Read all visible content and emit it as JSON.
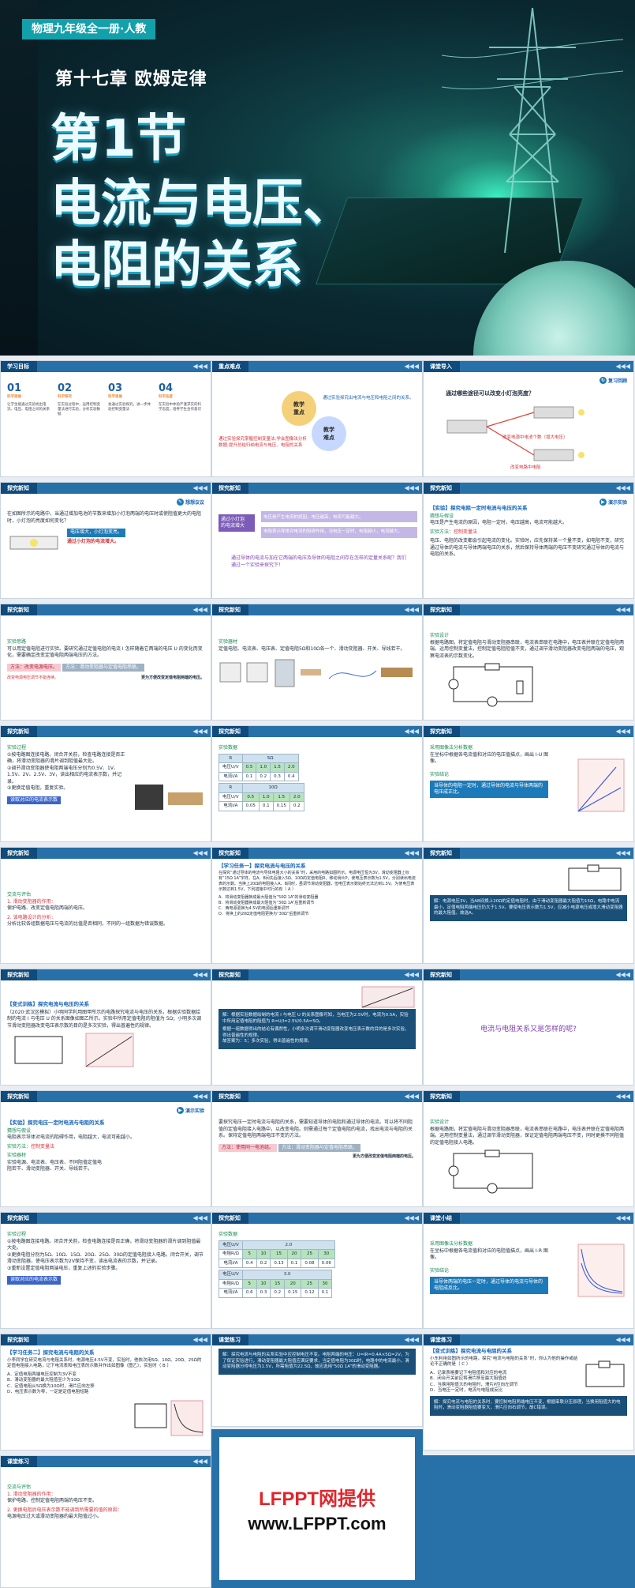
{
  "cover": {
    "tag": "物理九年级全一册·人教",
    "chapter": "第十七章  欧姆定律",
    "title_line1": "第1节",
    "title_line2": "电流与电压、",
    "title_line3": "电阻的关系"
  },
  "slides": {
    "goals": {
      "label": "学习目标",
      "items": [
        {
          "num": "01",
          "cat": "科学思维",
          "desc": "让学生能通过实验找出电流、电压、电阻之间的关系"
        },
        {
          "num": "02",
          "cat": "科学探究",
          "desc": "在实验过程中，运用控制变量法进行实验，分析实验数据"
        },
        {
          "num": "03",
          "cat": "科学思维",
          "desc": "会通过实验探究，进一步体验控制变量法"
        },
        {
          "num": "04",
          "cat": "科学态度",
          "desc": "在实验中体验严谨求实的科学态度，培养学生合作意识"
        }
      ]
    },
    "keypoints": {
      "label": "重点难点",
      "key": "教学\n重点",
      "hard": "教学\n难点",
      "key_text": "通过实验探究出电流与电压和电阻之间的关系。",
      "hard_text": "通过实验探究掌握控制变量法;学会图像法分析数据;提升总结归纳电流与电压、电阻的关系"
    },
    "intro": {
      "label": "课堂导入",
      "question": "通过哪些途径可以改变小灯泡亮度？",
      "review": "复习回顾",
      "a1": "改变电源中电池个数（增大电压）",
      "a2": "改变电路中电阻"
    },
    "explore1": {
      "label": "探究新知",
      "think": "想想议议",
      "text": "在如图所示的电路中，当通过增加电池的节数来增加小灯泡两端的电压时或使阻值更大的电阻时，小灯泡的亮度如何变化？",
      "a1": "电压增大，小灯泡变亮。",
      "a2": "通过小灯泡的电流增大。"
    },
    "explore2": {
      "label": "探究新知",
      "left1": "通过小灯泡",
      "left2": "的电流增大",
      "r1": "电压是产生电流的原因，电压越高，电流可能越大。",
      "r2": "电阻表示导体对电流的阻碍作用，当电压一定时，电阻越小，电流越大。",
      "q": "通过导体的电流与加在它两端的电压及导体的电阻之间存在怎样的定量关系呢？我们通过一个实验来探究下！"
    },
    "explore3": {
      "label": "探究新知",
      "head": "【实验】探究电阻一定时电流与电压的关系",
      "demo": "演示实验",
      "guess_h": "猜想与假设",
      "guess": "电压是产生电流的原因，电阻一定时，电压越高，电流可能越大。",
      "method_h": "实验方法：",
      "method": "控制变量法",
      "text": "电压、电阻的改变都会引起电流的变化。实验时，应先保持某一个量不变，如电阻不变，研究通过导体的电流与导体两端电压的关系，然后保持导体两端的电压不变研究通过导体的电流与电阻的关系。"
    },
    "explore4": {
      "label": "探究新知",
      "h": "实验思路",
      "text": "可以用定值电阻进行实验。要研究通过定值电阻的电流 I 怎样随着它两端的电压 U 的变化而变化，需要确定改变定值电阻两端电压的方法。",
      "m1": "方法：改变电源电压。",
      "m2": "方法：滑动变阻器与定值电阻串联。",
      "n1": "改变电源电压调节不能连续。",
      "n2": "更为方便改变定值电阻两端的电压。"
    },
    "explore5": {
      "label": "探究新知",
      "h": "实验器材",
      "text": "定值电阻、电流表、电压表、定值电阻5Ω和10Ω各一个、滑动变阻器、开关、导线若干。"
    },
    "explore6": {
      "label": "探究新知",
      "h": "实验设计",
      "text": "根据电路图，将定值电阻与滑动变阻器串联，电流表串联在电路中，电压表并联在定值电阻两端。运用控制变量法，控制定值电阻阻值不变，通过调节滑动变阻器改变电阻两端的电压，观察电流表的示数变化。"
    },
    "explore7": {
      "label": "探究新知",
      "h": "实验过程",
      "text": "①按电路图连接电路。闭合开关前，检查电路连接是否正确，将滑动变阻器的滑片调到阻值最大处。\n②调节滑动变阻器使电阻两端电压分别为0.5V、1V、1.5V、2V、2.5V、3V，读出相应的电流表示数，并记录。\n③更换定值电阻，重复实验。",
      "note": "读取对应的电流表示数"
    },
    "explore8": {
      "label": "探究新知",
      "h": "实验数据",
      "r_head": "R",
      "r1": "5Ω",
      "r2": "10Ω",
      "u_label": "电压U/V",
      "i_label": "电流I/A",
      "u1": [
        "0.5",
        "1.0",
        "1.5",
        "2.0"
      ],
      "i1": [
        "0.1",
        "0.2",
        "0.3",
        "0.4"
      ],
      "u2": [
        "0.5",
        "1.0",
        "1.5",
        "2.0"
      ],
      "i2": [
        "0.05",
        "0.1",
        "0.15",
        "0.2"
      ]
    },
    "explore9": {
      "label": "探究新知",
      "h": "采用图像法分析数据",
      "text": "在坐标中根据各电流值和对应的电压值描点，画出 I-U 图像。",
      "concl_h": "实验结论",
      "concl": "当导体的电阻一定时，通过导体的电流与导体两端的电压成正比。"
    },
    "explore10": {
      "label": "探究新知",
      "h": "交流与评估",
      "l1": "1. 滑动变阻器的作用：",
      "l1t": "保护电路、改变定值电阻两端的电压。",
      "l2": "2. 该电路设计的分析：",
      "l2t": "分析比较各组数据电压与电流的比值是否相同，不同的一组数据为错误数据。"
    },
    "explore11": {
      "label": "探究新知",
      "head": "【学习任务一】探究电流与电压的关系",
      "text": "在探究“通过导体的电流与导体电阻大小的关系”时，采用的电路如图所示。电源电压恒为3V，滑动变阻器上标有“15Ω 1A”字样，在A、B间先后接入5Ω、10Ω的定值电阻R，移动滑片P，使电压表示数为1.5V，分别读出电流表的示数。当换上20Ω的电阻接入A、B间时，虽调节滑动变阻器，但电压表示数始终无法达到1.5V。为使电压表示数达到1.5V，下列措施中可行的有（  A  ）",
      "opts": [
        "A．将滑动变阻器换成最大阻值为“50Ω 1A”的滑动变阻器",
        "B．将滑动变阻器换成最大阻值为“30Ω 1A”后重新调节",
        "C．两电源更换为4.5V的电源后重新调节",
        "D．将换上的20Ω定值电阻更换为“30Ω”后重新调节"
      ]
    },
    "explore12": {
      "label": "探究新知",
      "text": "解：电源电压3V，当AB间换上20Ω的定值电阻时，由于滑动变阻器最大阻值为15Ω，电路中电流最小，定值电阻两端电压仍大于1.5V。要使电压表示数为1.5V，应减小电源电压或增大滑动变阻器的最大阻值。故选A。"
    },
    "explore13": {
      "label": "探究新知",
      "head": "【变式训练】探究电流与电压的关系",
      "text": "（2020·武汉区模拟）小明同学利用图甲所示的电路探究电流与电压的关系，根据实验数据绘制的电流 I 与电压 U 的关系图像如图乙所示。实验中所用定值电阻的阻值为 5Ω；小明多次调节滑动变阻器改变电压表示数的目的是多次实验，得出普遍性的规律。",
      "ans1": "5Ω",
      "ans2": "多次实验，得出普遍性的规律"
    },
    "explore14": {
      "label": "探究新知",
      "text": "解：根据实验数据绘制的电流 I 与电压 U 的关系图像可知，当电压为2.5V时，电流为0.5A，实验中所用定值电阻的阻值为 R=U/I=2.5V/0.5A=5Ω。",
      "text2": "根据一组数据得出的结论有偶然性，小明多次调节滑动变阻器改变电压表示数的目的是多次实验，得出普遍性的规律。",
      "ans": "故答案为：5；多次实验，得出普遍性的规律。"
    },
    "explore15": {
      "label": "探究新知",
      "q": "电流与电阻关系又是怎样的呢?"
    },
    "explore16": {
      "label": "探究新知",
      "head": "【实验】探究电压一定时电流与电阻的关系",
      "demo": "演示实验",
      "guess_h": "猜想与假设",
      "guess": "电阻表示导体对电流的阻碍作用，电阻越大，电流可能越小。",
      "method_h": "实验方法：",
      "method": "控制变量法",
      "eq_h": "实验器材",
      "eq": "实验电源、电流表、电压表、不同阻值定值电阻若干、滑动变阻器、开关、导线若干。"
    },
    "explore17": {
      "label": "探究新知",
      "text": "要探究电压一定时电流与电阻的关系，需要知道导体的电阻和通过导体的电流。可以将不同阻值的定值电阻接入电路中，以改变电阻。则需通过每个定值电阻的电流，找出电流与电阻的关系。保持定值电阻两端电压不变的方法。",
      "m1": "方法：使用同一电池组。",
      "m2": "方法：滑动变阻器与定值电阻串联。",
      "n2": "更为方便改变定值电阻两端的电压。"
    },
    "explore18": {
      "label": "探究新知",
      "h": "实验设计",
      "text": "根据电路图，将定值电阻与滑动变阻器串联，电流表串联在电路中，电压表并联在定值电阻两端。运用控制变量法，通过调节滑动变阻器，保证定值电阻两端电压不变，同时更换不同阻值的定值电阻接入电路。"
    },
    "explore19": {
      "label": "探究新知",
      "h": "实验过程",
      "text": "①按电路图连接电路。闭合开关前，检查电路连接是否正确，将滑动变阻器的滑片调到阻值最大处。\n②更换电阻分别为5Ω、10Ω、15Ω、20Ω、25Ω、30Ω的定值电阻接入电路。闭合开关，调节滑动变阻器，使电压表示数为2V保持不变，读出电流表的示数，并记录。\n③重新设置定值电阻两端电压，重复上述的实验步骤。",
      "note": "读取对应的电流表示数"
    },
    "explore20": {
      "label": "探究新知",
      "h": "实验数据",
      "u_head": "电压U/V",
      "u1": "2.0",
      "u2": "3.0",
      "r_label": "电阻R/Ω",
      "i_label": "电流I/A",
      "r": [
        "5",
        "10",
        "15",
        "20",
        "25",
        "30"
      ],
      "i1": [
        "0.4",
        "0.2",
        "0.13",
        "0.1",
        "0.08",
        "0.06"
      ],
      "i2": [
        "0.6",
        "0.3",
        "0.2",
        "0.15",
        "0.12",
        "0.1"
      ]
    },
    "summary": {
      "label": "课堂小结",
      "h": "采用图像法分析数据",
      "text": "在坐标中根据各电流值和对应的电阻值描点，画出 I-R 图像。",
      "concl_h": "实验结论",
      "concl": "当导体两端的电压一定时，通过导体的电流与导体的电阻成反比。"
    },
    "practice1": {
      "label": "课堂练习",
      "text": "解：探究电流与电阻的关系实验中应控制电压不变。电阻两端的电压：U=IR=0.4A×5Ω=2V。为了保证实验进行，滑动变阻器最大阻值应满足要求，当定值电阻为30Ω时，电路中的电流最小，滑动变阻器分得电压为1.5V，所需阻值为22.5Ω，故应选用“50Ω 1A”的滑动变阻器。"
    },
    "practice2": {
      "label": "课堂练习",
      "head": "【变式训练】探究电流与电阻的关系",
      "text": "小东利用如图所示的电路，探究“电流与电阻的关系”时，你认为他的操作或结论不正确的是（  C  ）",
      "opts": [
        "A．记录表格要记下电阻值和对应的电流",
        "B．闭合开关前应将滑片移至最大阻值处",
        "C．当换用阻值大的电阻时，滑片P应向左调节",
        "D．当电压一定时，电流与电阻成反比"
      ],
      "ans": "解：探究电流与电阻的关系时，要控制电阻两端电压不变，根据串联分压原理，当换用阻值大的电阻时，滑动变阻器阻值要变大，滑片应向右调节，故C错误。"
    },
    "task2": {
      "label": "探究新知",
      "head": "【学习任务二】探究电流与电阻的关系",
      "text": "小李同学在研究电流与电阻关系时，电源电压4.5V不变，实验时，他依次用5Ω、10Ω、20Ω、25Ω的定值电阻接入电路，记下电流表和电压表的示数并作出如图像（图乙），实验时（  B  ）",
      "opts": [
        "A．定值电阻两端电压控制为3V不变",
        "B．滑动变阻器的最大阻值至少为10Ω",
        "C．定值电阻从5Ω换为10Ω时，滑片应向左移",
        "D．电压表示数为零，一定是定值电阻短路"
      ]
    },
    "practice3": {
      "label": "课堂练习",
      "h": "交流与评估",
      "l1": "1. 滑动变阻器的作用：",
      "l1t": "保护电路、控制定值电阻两端的电压不变。",
      "l2": "2. 更换电阻后电压表示数不能调到所需要的值的原因：",
      "l2t": "电源电压过大或滑动变阻器的最大阻值过小。"
    }
  },
  "footer": {
    "line1": "LFPPT网提供",
    "line2": "www.LFPPT.com"
  },
  "colors": {
    "bar": "#2870a8",
    "bar_dark": "#0f4b7c",
    "accent": "#d3323a",
    "cover_bg": "#0a2830"
  }
}
